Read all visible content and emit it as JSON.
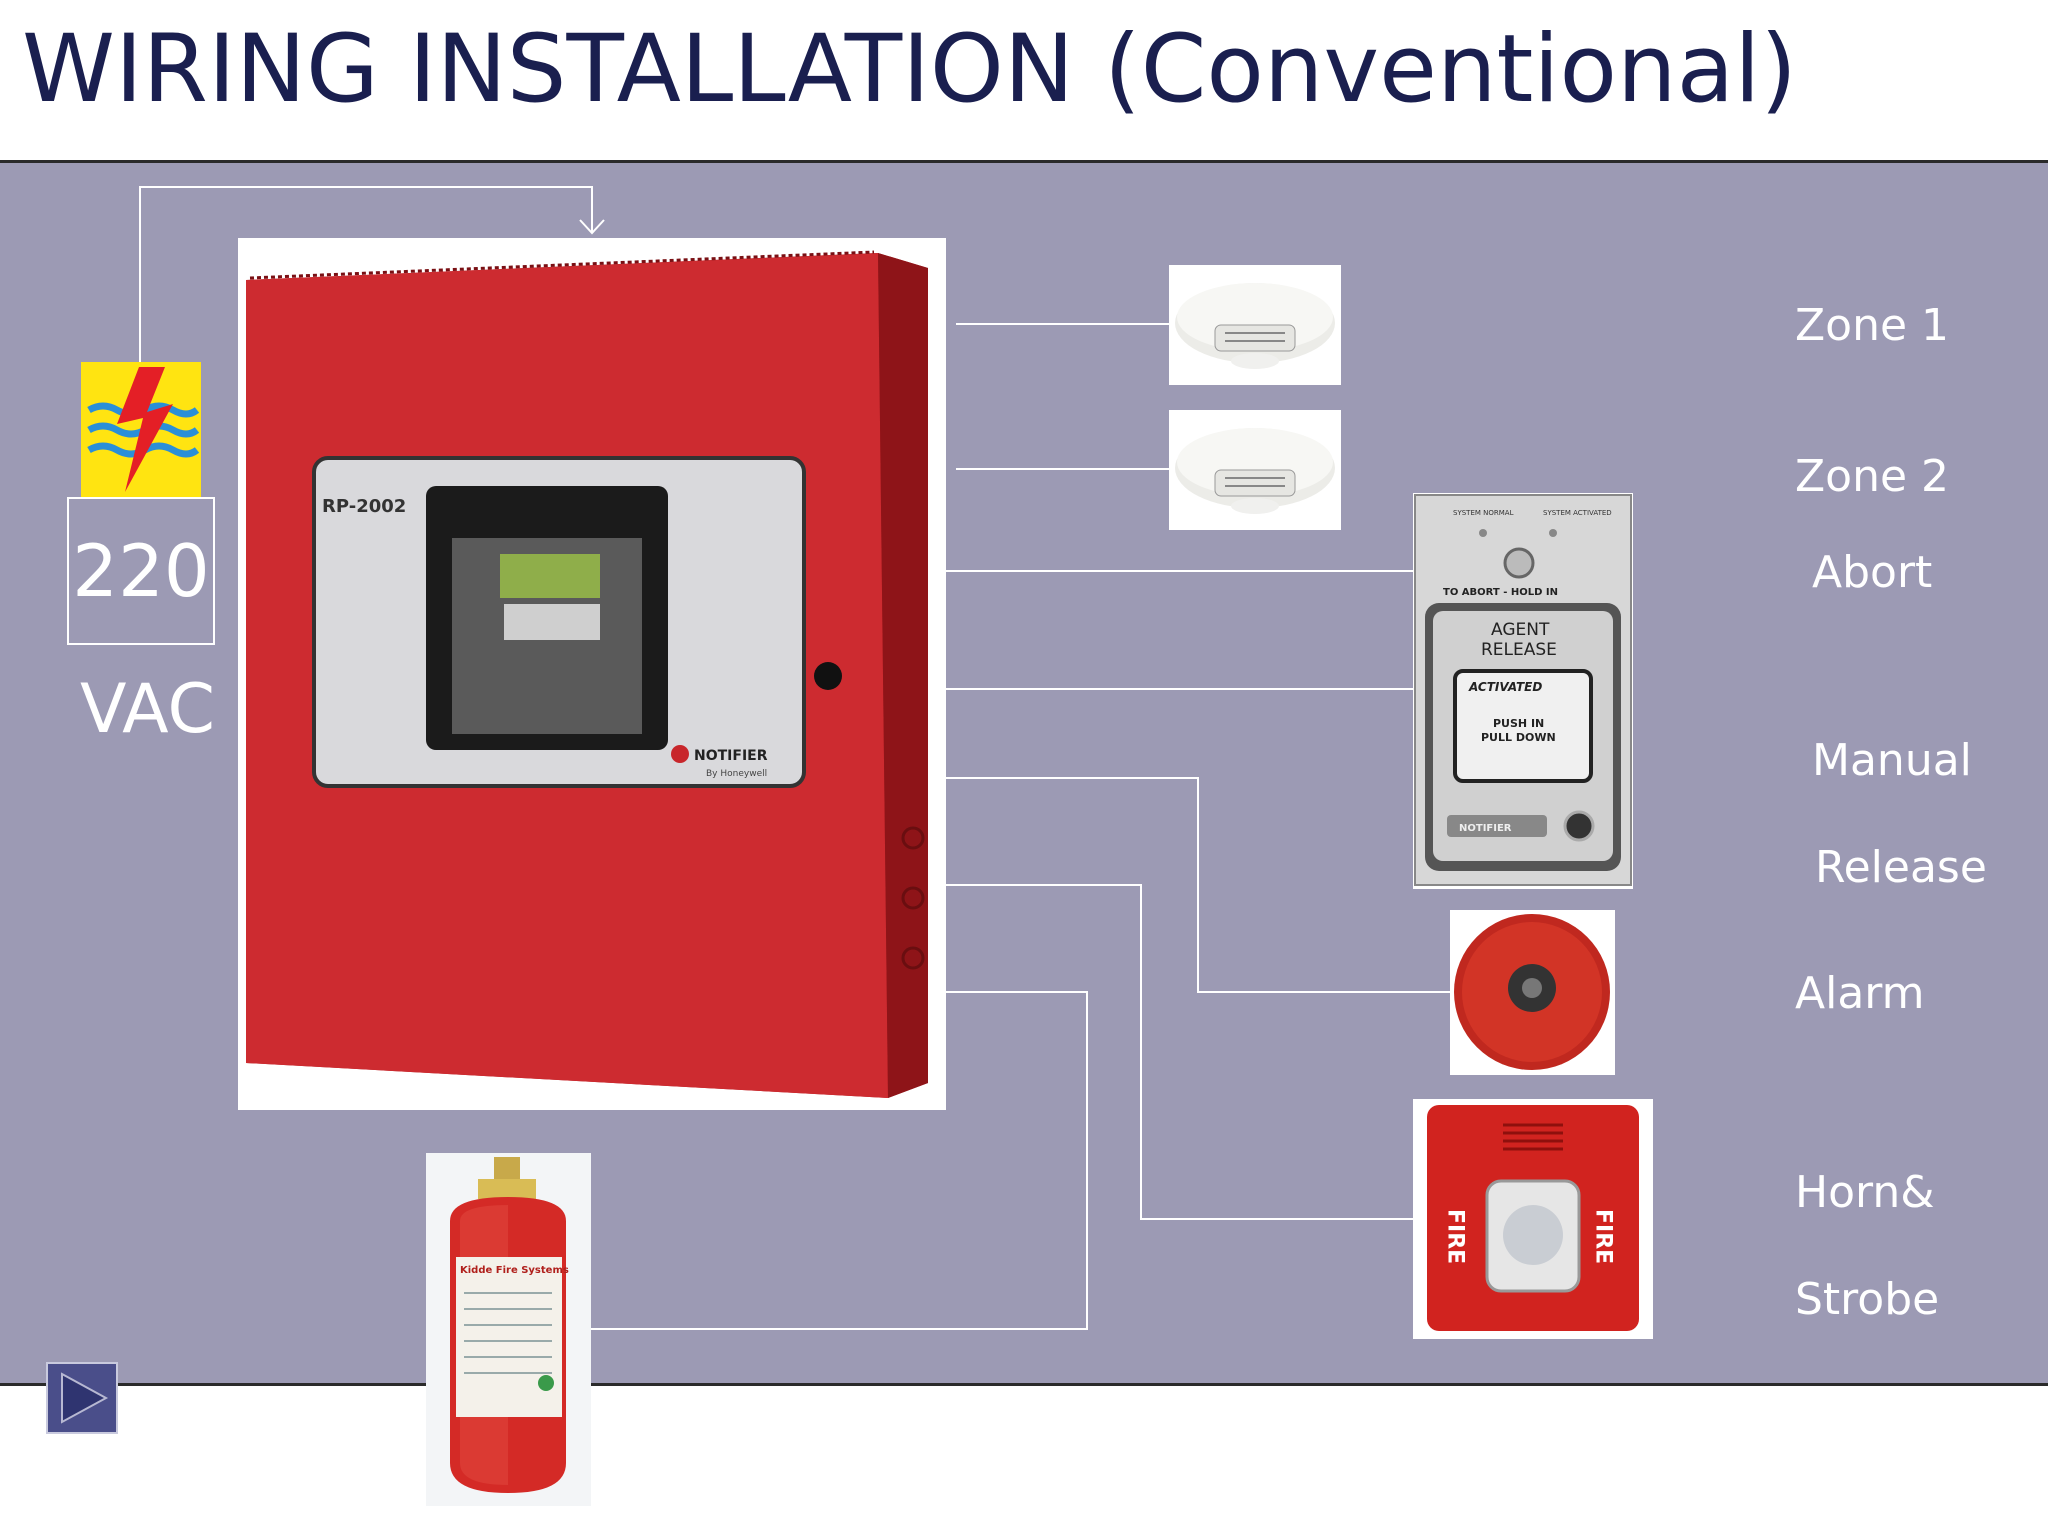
{
  "title": "WIRING INSTALLATION (Conventional)",
  "power": {
    "voltage": "220",
    "unit": "VAC"
  },
  "devices": {
    "panel_model": "RP-2002",
    "panel_brand": "NOTIFIER",
    "panel_brand_sub": "By Honeywell",
    "abort_top_left": "SYSTEM NORMAL",
    "abort_top_right": "SYSTEM ACTIVATED",
    "abort_header": "TO ABORT - HOLD IN",
    "abort_release_1": "AGENT",
    "abort_release_2": "RELEASE",
    "abort_activated": "ACTIVATED",
    "abort_push_1": "PUSH IN",
    "abort_push_2": "PULL DOWN",
    "abort_brand": "NOTIFIER",
    "horn_fire": "FIRE",
    "cylinder_label": "Kidde Fire Systems"
  },
  "labels": {
    "zone1": "Zone 1",
    "zone2": "Zone 2",
    "abort": "Abort",
    "manual": "Manual",
    "release": "Release",
    "alarm": "Alarm",
    "horn": "Horn&",
    "strobe": "Strobe"
  },
  "colors": {
    "background": "#9c9ab4",
    "panel_red": "#c8262b",
    "title": "#1a1f4f",
    "wire": "#ffffff"
  },
  "nav": {
    "next_icon": "play-next-icon"
  }
}
